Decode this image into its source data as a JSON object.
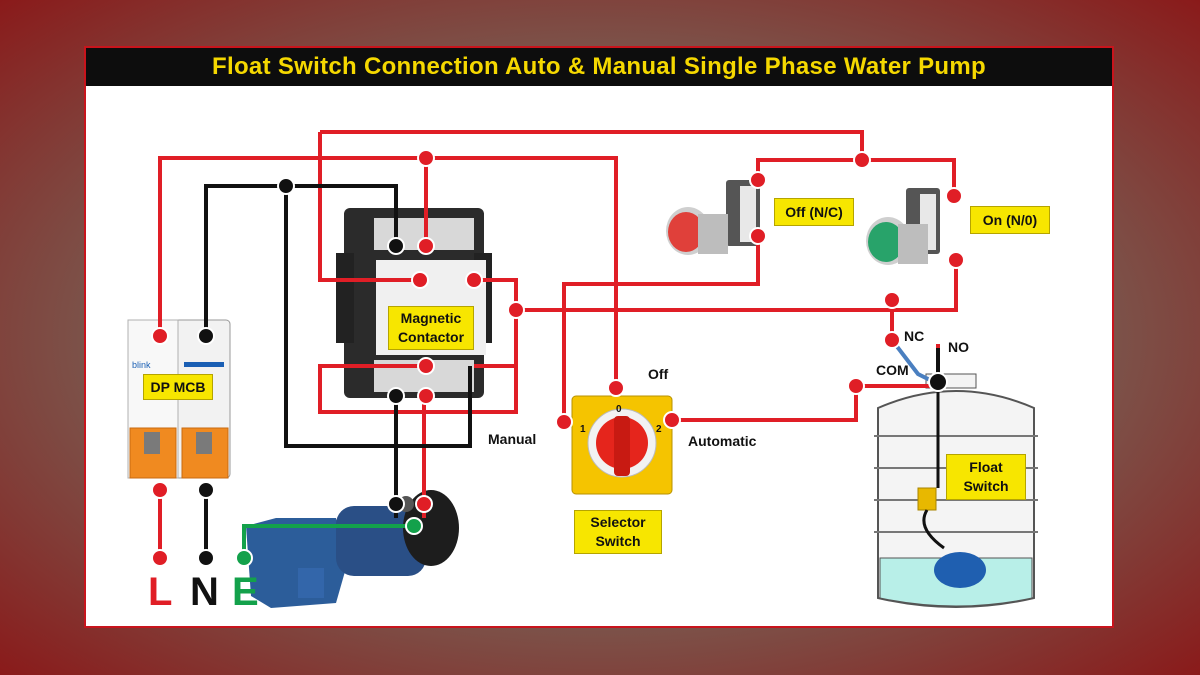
{
  "title": "Float Switch Connection Auto & Manual Single Phase Water Pump",
  "labels": {
    "mcb": "DP MCB",
    "mcb_brand": "blink",
    "contactor_line1": "Magnetic",
    "contactor_line2": "Contactor",
    "off_button": "Off (N/C)",
    "on_button": "On (N/0)",
    "selector_line1": "Selector",
    "selector_line2": "Switch",
    "float_line1": "Float",
    "float_line2": "Switch",
    "selector_off": "Off",
    "selector_manual": "Manual",
    "selector_auto": "Automatic",
    "selector_pos_1": "1",
    "selector_pos_0": "0",
    "selector_pos_2": "2",
    "nc": "NC",
    "no": "NO",
    "com": "COM",
    "line_L": "L",
    "line_N": "N",
    "line_E": "E"
  },
  "colors": {
    "live_wire": "#e01e26",
    "neutral_wire": "#111111",
    "earth_wire": "#13a14b",
    "nc_wire": "#4a7fc0",
    "label_bg": "#f7e600",
    "title_text": "#f5d800",
    "off_button": "#e0403a",
    "on_button": "#28a36a",
    "selector_body": "#f5c400",
    "pump_body": "#2c5d9a",
    "tank_water": "#b8efe8"
  }
}
